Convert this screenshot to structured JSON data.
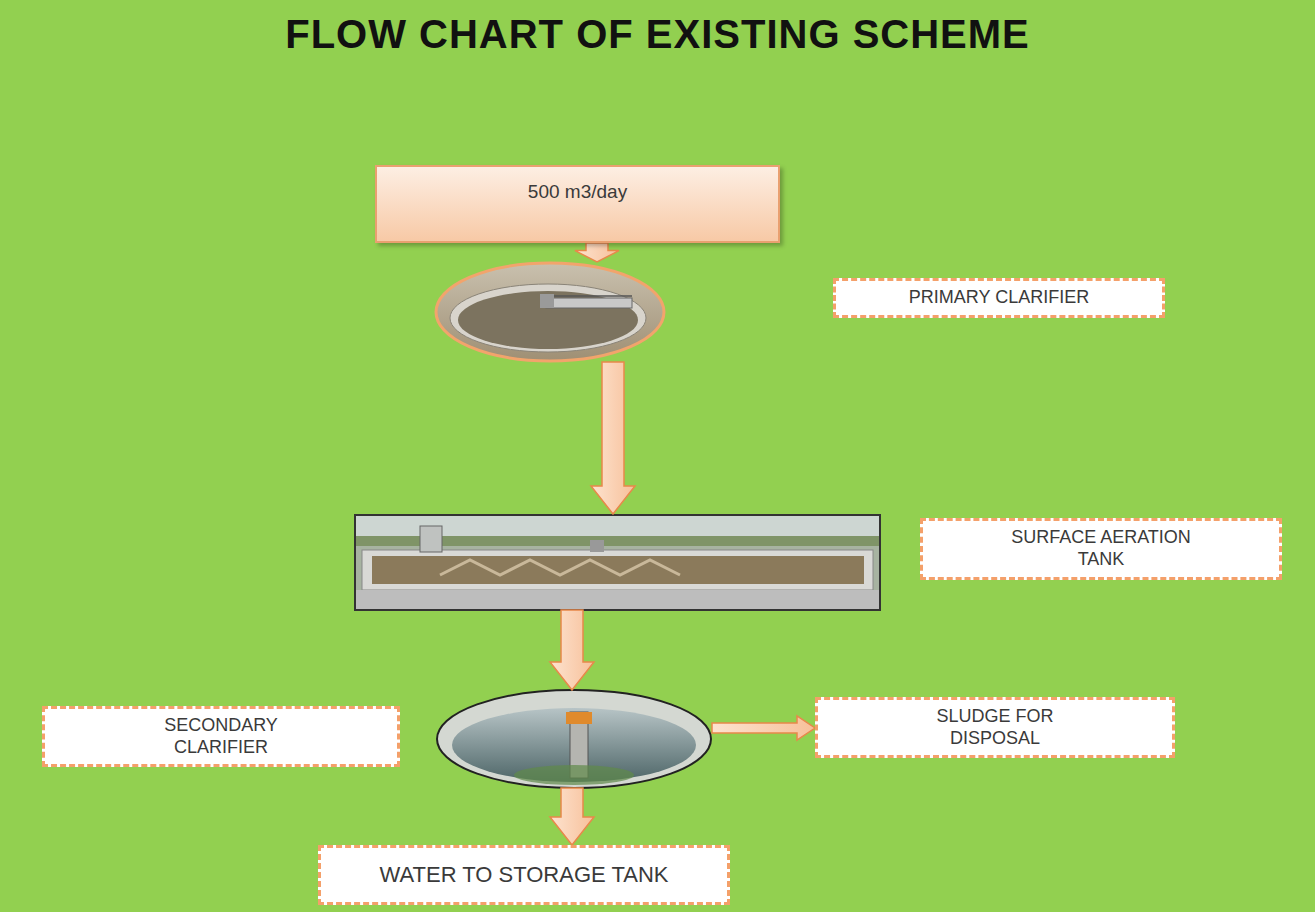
{
  "diagram": {
    "title": "FLOW CHART OF EXISTING SCHEME",
    "nodes": [
      {
        "text": [
          "500 m3/day"
        ]
      },
      {
        "text": [
          "PRIMARY CLARIFIER"
        ]
      },
      {
        "text": [
          "SURFACE AERATION TANK"
        ]
      },
      {
        "text": [
          "SECONDARY CLARIFIER"
        ]
      },
      {
        "text": [
          "SLUDGE FOR DISPOSAL"
        ]
      },
      {
        "text": [
          "WATER TO STORAGE TANK"
        ]
      }
    ],
    "edges": [
      {
        "from": 0,
        "to": 1,
        "arrow": "to"
      },
      {
        "from": 1,
        "to": 2,
        "arrow": "to"
      },
      {
        "from": 2,
        "to": 3,
        "arrow": "to"
      },
      {
        "from": 3,
        "to": 4,
        "arrow": "to"
      },
      {
        "from": 3,
        "to": 5,
        "arrow": "to"
      }
    ]
  }
}
